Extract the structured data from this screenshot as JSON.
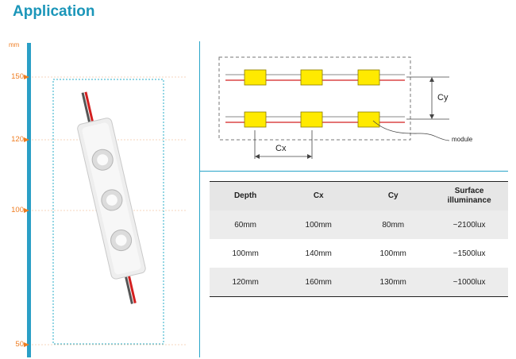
{
  "title": "Application",
  "ruler": {
    "unit": "mm",
    "ticks": [
      "150",
      "120",
      "100",
      "50"
    ]
  },
  "diagram": {
    "cx_label": "Cx",
    "cy_label": "Cy",
    "module_label": "module"
  },
  "table": {
    "headers": [
      "Depth",
      "Cx",
      "Cy",
      "Surface illuminance"
    ],
    "rows": [
      [
        "60mm",
        "100mm",
        "80mm",
        "~2100lux"
      ],
      [
        "100mm",
        "140mm",
        "100mm",
        "~1500lux"
      ],
      [
        "120mm",
        "160mm",
        "130mm",
        "~1000lux"
      ]
    ]
  },
  "colors": {
    "accent": "#1b96b9",
    "ruler": "#2a9fc6",
    "tick": "#ef7d22",
    "module_fill": "#ffea00",
    "wire_red": "#d32020"
  }
}
